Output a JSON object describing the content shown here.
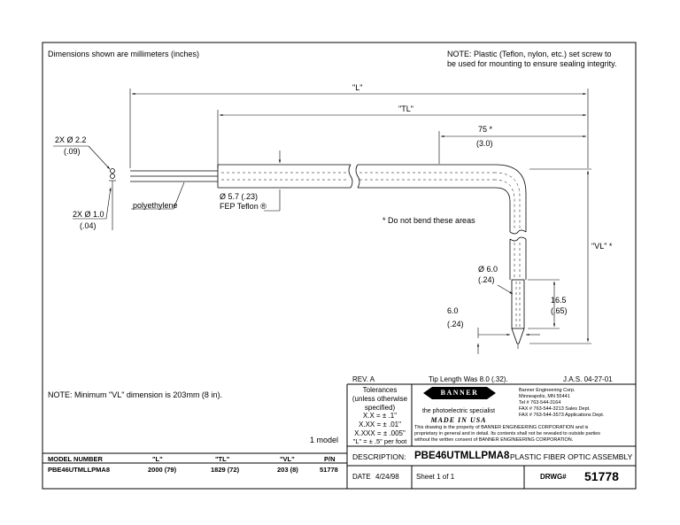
{
  "header": {
    "units_note": "Dimensions shown are millimeters (inches)",
    "note_line1": "NOTE:  Plastic (Teflon, nylon, etc.) set screw to",
    "note_line2": "be used for mounting to ensure sealing integrity."
  },
  "dimensions": {
    "L": "\"L\"",
    "TL": "\"TL\"",
    "bend_mm": "75 *",
    "bend_in": "(3.0)",
    "tip_dia_mm": "2X Ø 2.2",
    "tip_dia_in": "(.09)",
    "fiber_dia_mm": "2X Ø 1.0",
    "fiber_dia_in": "(.04)",
    "polyethylene": "polyethylene",
    "teflon_mm": "Ø 5.7 (.23)",
    "teflon_label": "FEP Teflon ®",
    "no_bend": "* Do not bend these areas",
    "VL": "\"VL\" *",
    "probe_dia_mm": "Ø 6.0",
    "probe_dia_in": "(.24)",
    "probe_len_mm": "16.5",
    "probe_len_in": "(.65)",
    "probe_off_mm": "6.0",
    "probe_off_in": "(.24)"
  },
  "notes": {
    "min_vl": "NOTE:  Minimum \"VL\" dimension is 203mm (8 in).",
    "model_count": "1 model"
  },
  "model_table": {
    "headers": [
      "MODEL NUMBER",
      "\"L\"",
      "\"TL\"",
      "\"VL\"",
      "P/N"
    ],
    "rows": [
      [
        "PBE46UTMLLPMA8",
        "2000 (79)",
        "1829 (72)",
        "203 (8)",
        "51778"
      ]
    ]
  },
  "title_block": {
    "rev": "REV.  A",
    "rev_note": "Tip Length Was 8.0 (.32).",
    "rev_date": "J.A.S.  04-27-01",
    "tolerances": [
      "Tolerances",
      "(unless otherwise",
      "specified)",
      "X.X = ± .1\"",
      "X.XX = ± .01\"",
      "X.XXX = ± .005\"",
      "\"L\" = ± .5\" per foot"
    ],
    "logo": "BANNER",
    "tagline": "the photoelectric specialist",
    "made_in": "MADE IN USA",
    "company": [
      "Banner Engineering Corp.",
      "Minneapolis, MN 55441",
      "Tel # 763-544-3164",
      "FAX # 763-544-3213 Sales Dept.",
      "FAX # 763-544-3573 Applications Dept."
    ],
    "property": [
      "This drawing is the property of BANNER ENGINEERING CORPORATION and is",
      "proprietary in general and in detail. Its contents shall not be revealed to outside parties",
      "without the written consent of BANNER ENGINEERING CORPORATION."
    ],
    "description_label": "DESCRIPTION:",
    "description_model": "PBE46UTMLLPMA8",
    "description_text": "PLASTIC FIBER OPTIC ASSEMBLY",
    "date_label": "DATE",
    "date_value": "4/24/98",
    "sheet": "Sheet 1 of 1",
    "drwg_label": "DRWG#",
    "drwg_number": "51778"
  }
}
